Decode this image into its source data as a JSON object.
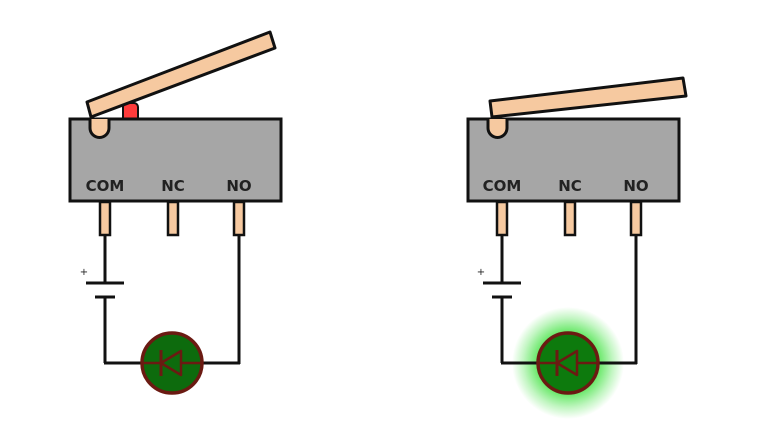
{
  "switches": [
    {
      "state": "released",
      "labels": {
        "com": "COM",
        "nc": "NC",
        "no": "NO"
      },
      "battery_plus": "+",
      "led_lit": false
    },
    {
      "state": "pressed",
      "labels": {
        "com": "COM",
        "nc": "NC",
        "no": "NO"
      },
      "battery_plus": "+",
      "led_lit": true
    }
  ],
  "colors": {
    "switch_body": "#a6a6a6",
    "outline": "#111111",
    "lever": "#f6c9a0",
    "pin": "#f6c9a0",
    "plunger": "#ff3b3b",
    "led_fill": "#0d6b0d",
    "led_outline": "#6b1a12",
    "led_glow": "#34e034",
    "wire": "#111111"
  }
}
